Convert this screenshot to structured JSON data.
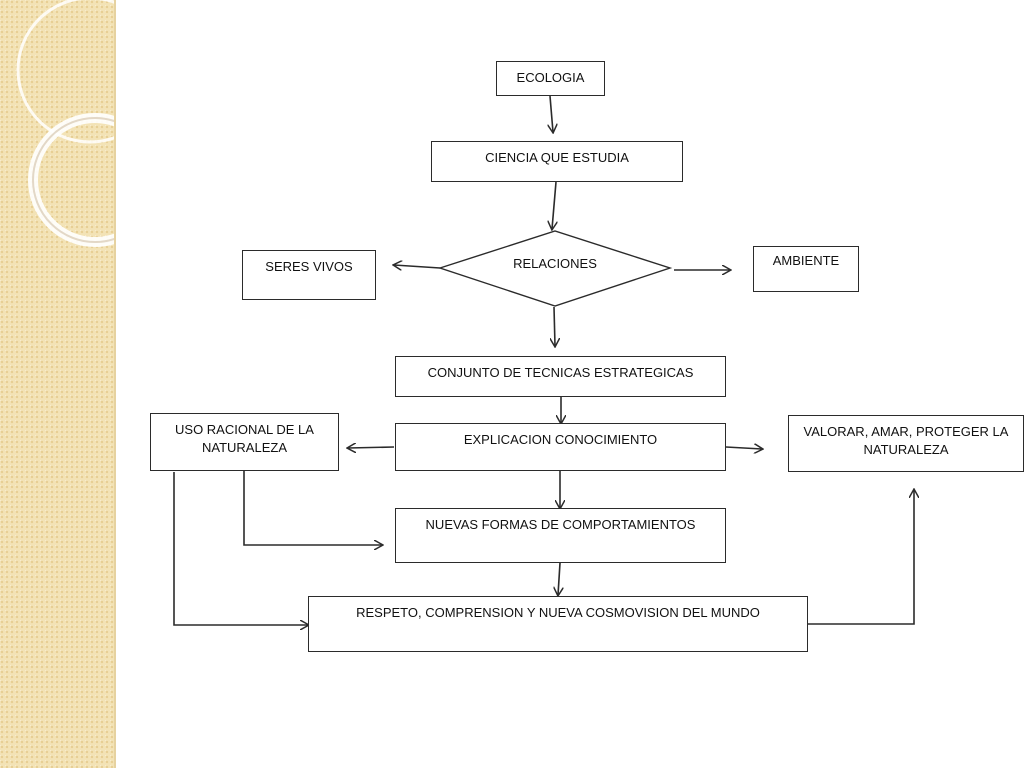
{
  "diagram": {
    "nodes": {
      "ecologia": "ECOLOGIA",
      "ciencia": "CIENCIA QUE ESTUDIA",
      "relaciones": "RELACIONES",
      "seres_vivos": "SERES VIVOS",
      "ambiente": "AMBIENTE",
      "conjunto": "CONJUNTO DE TECNICAS ESTRATEGICAS",
      "uso_racional": "USO RACIONAL DE LA NATURALEZA",
      "explicacion": "EXPLICACION CONOCIMIENTO",
      "valorar": "VALORAR, AMAR, PROTEGER LA NATURALEZA",
      "nuevas_formas": "NUEVAS FORMAS DE COMPORTAMIENTOS",
      "respeto": "RESPETO, COMPRENSION Y NUEVA COSMOVISION DEL MUNDO"
    },
    "colors": {
      "strip": "#f3e3b6",
      "line": "#2b2b2b"
    }
  }
}
